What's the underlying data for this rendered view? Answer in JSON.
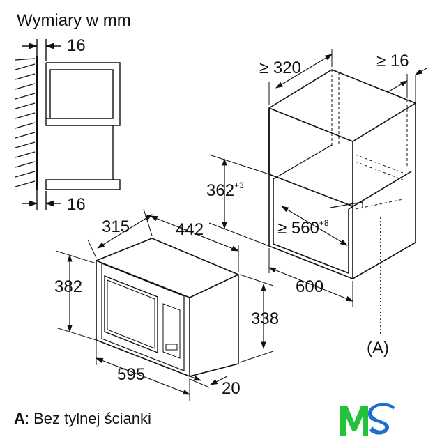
{
  "title": "Wymiary w mm",
  "dims": {
    "side_top": "16",
    "side_bottom": "16",
    "cab_depth": "≥ 320",
    "cab_side": "≥ 16",
    "niche_height": "362",
    "niche_height_tol": "+3",
    "niche_width": "≥ 560",
    "niche_width_tol": "+8",
    "cab_width": "600",
    "mw_depth": "315",
    "mw_inner_depth": "442",
    "mw_height": "382",
    "mw_body_height": "338",
    "mw_width": "595",
    "mw_front": "20"
  },
  "callout": "(A)",
  "note": {
    "key": "A",
    "text": ": Bez tylnej ścianki"
  },
  "logo": {
    "text": "MS",
    "colors": {
      "m_green": "#22c33a",
      "s_blue": "#1f6fc9"
    }
  }
}
